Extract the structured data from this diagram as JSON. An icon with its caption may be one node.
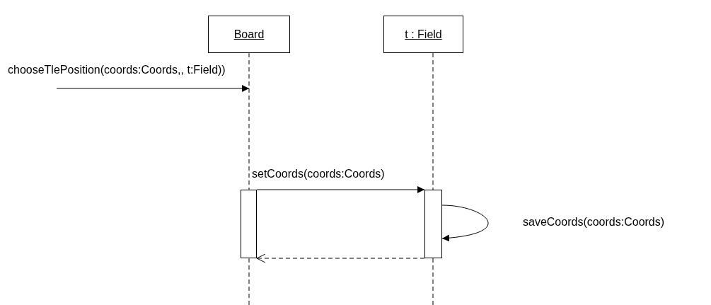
{
  "diagram": {
    "nodes": [
      {
        "text": [
          "Board"
        ]
      },
      {
        "text": [
          "t : Field"
        ]
      },
      {
        "text": [],
        "shape": "bar"
      },
      {
        "text": [],
        "shape": "bar"
      }
    ],
    "edges": [
      {
        "from": null,
        "to": 0,
        "arrow": "to",
        "label": "chooseTlePosition(coords:Coords,, t:Field))"
      },
      {
        "from": 2,
        "to": 3,
        "arrow": "to",
        "label": "setCoords(coords:Coords)"
      },
      {
        "from": 3,
        "to": 3,
        "arrow": "to",
        "label": "saveCoords(coords:Coords)"
      },
      {
        "from": 3,
        "to": 2,
        "arrow": "to",
        "style": "dashed"
      }
    ]
  }
}
